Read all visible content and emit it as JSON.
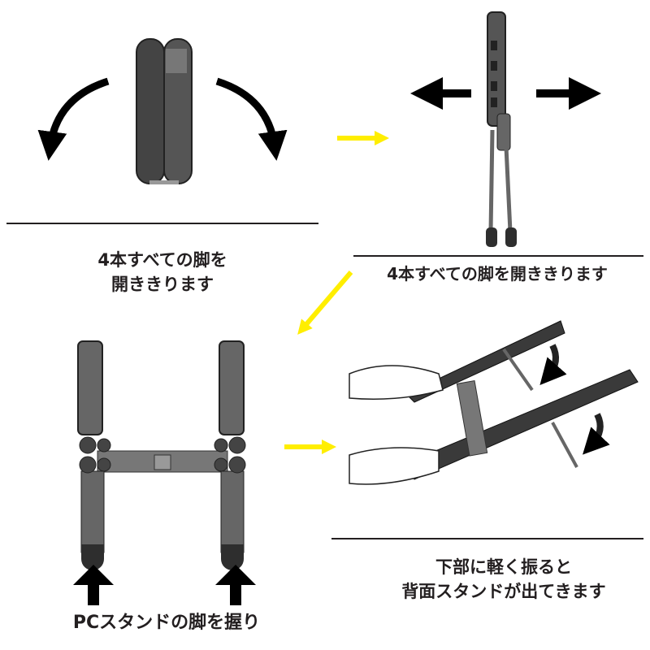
{
  "steps": [
    {
      "caption_line1": "4本すべての脚を",
      "caption_line2": "開ききります"
    },
    {
      "caption": "4本すべての脚を開ききります"
    },
    {
      "caption": "PCスタンドの脚を握り"
    },
    {
      "caption_line1": "下部に軽く振ると",
      "caption_line2": "背面スタンドが出てきます"
    }
  ],
  "colors": {
    "accent_arrow": "#ffee00",
    "stand": "#5a5a5a",
    "stand_dark": "#2e2e2e",
    "text": "#231f20"
  }
}
